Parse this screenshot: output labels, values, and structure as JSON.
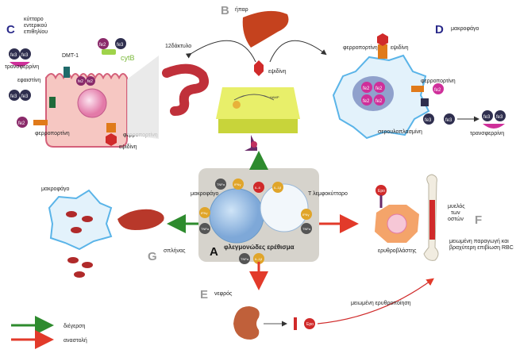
{
  "panels": {
    "A": {
      "letter": "A",
      "title": "φλεγμονώδες ερέθισμα",
      "macrophage": "μακροφάγο",
      "tlymph": "Τ λεμφοκύτταρο",
      "cytokines": [
        "TNFα",
        "IFNγ",
        "IL-6",
        "IL-1β",
        "IFNγ",
        "TNFα",
        "TNFα",
        "IFNγ",
        "TNFα",
        "IL-1β"
      ]
    },
    "B": {
      "letter": "B",
      "title": "ήπαρ",
      "hepcidin": "εψιδίνη",
      "duodenum": "12δάκτυλο"
    },
    "C": {
      "letter": "C",
      "title": "κύτταρο εντερικού επιθηλίου",
      "dmt1": "DMT-1",
      "cytb": "cytB",
      "hephaestin": "εφαιστίνη",
      "ferroportin": "φερροπορτίνη",
      "hepcidin": "εψιδίνη",
      "transferrin": "τρανσφερρίνη"
    },
    "D": {
      "letter": "D",
      "title": "μακροφάγο",
      "ferroportin_top": "φερροπορτίνη",
      "hepcidin": "εψιδίνη",
      "ferroportin_mid": "φερροπορτίνη",
      "ceruloplasmin": "σερουλοπλασμίνη",
      "transferrin": "τρανσφερρίνη"
    },
    "E": {
      "letter": "E",
      "title": "νεφρός",
      "epo": "Epo",
      "reduced_ep": "μειωμένη ερυθροποίηση"
    },
    "F": {
      "letter": "F",
      "marrow": "μυελός των οστών",
      "erythroblast": "ερυθροβλάστης",
      "epo": "Epo",
      "effect": "μειωμένη παραγωγή και βραχύτερη επιβίωση RBC"
    },
    "G": {
      "letter": "G",
      "title": "σπλήνας",
      "macrophage": "μακροφάγο"
    }
  },
  "ions": {
    "fe3": "fe3",
    "fe2": "fe2"
  },
  "legend": {
    "stimulation": "διέγερση",
    "inhibition": "αναστολή"
  },
  "colors": {
    "green": "#2e8b2e",
    "red": "#e23a2a",
    "purple": "#6a2a8a",
    "orange": "#e07a1a",
    "blue": "#1a3a9a"
  }
}
